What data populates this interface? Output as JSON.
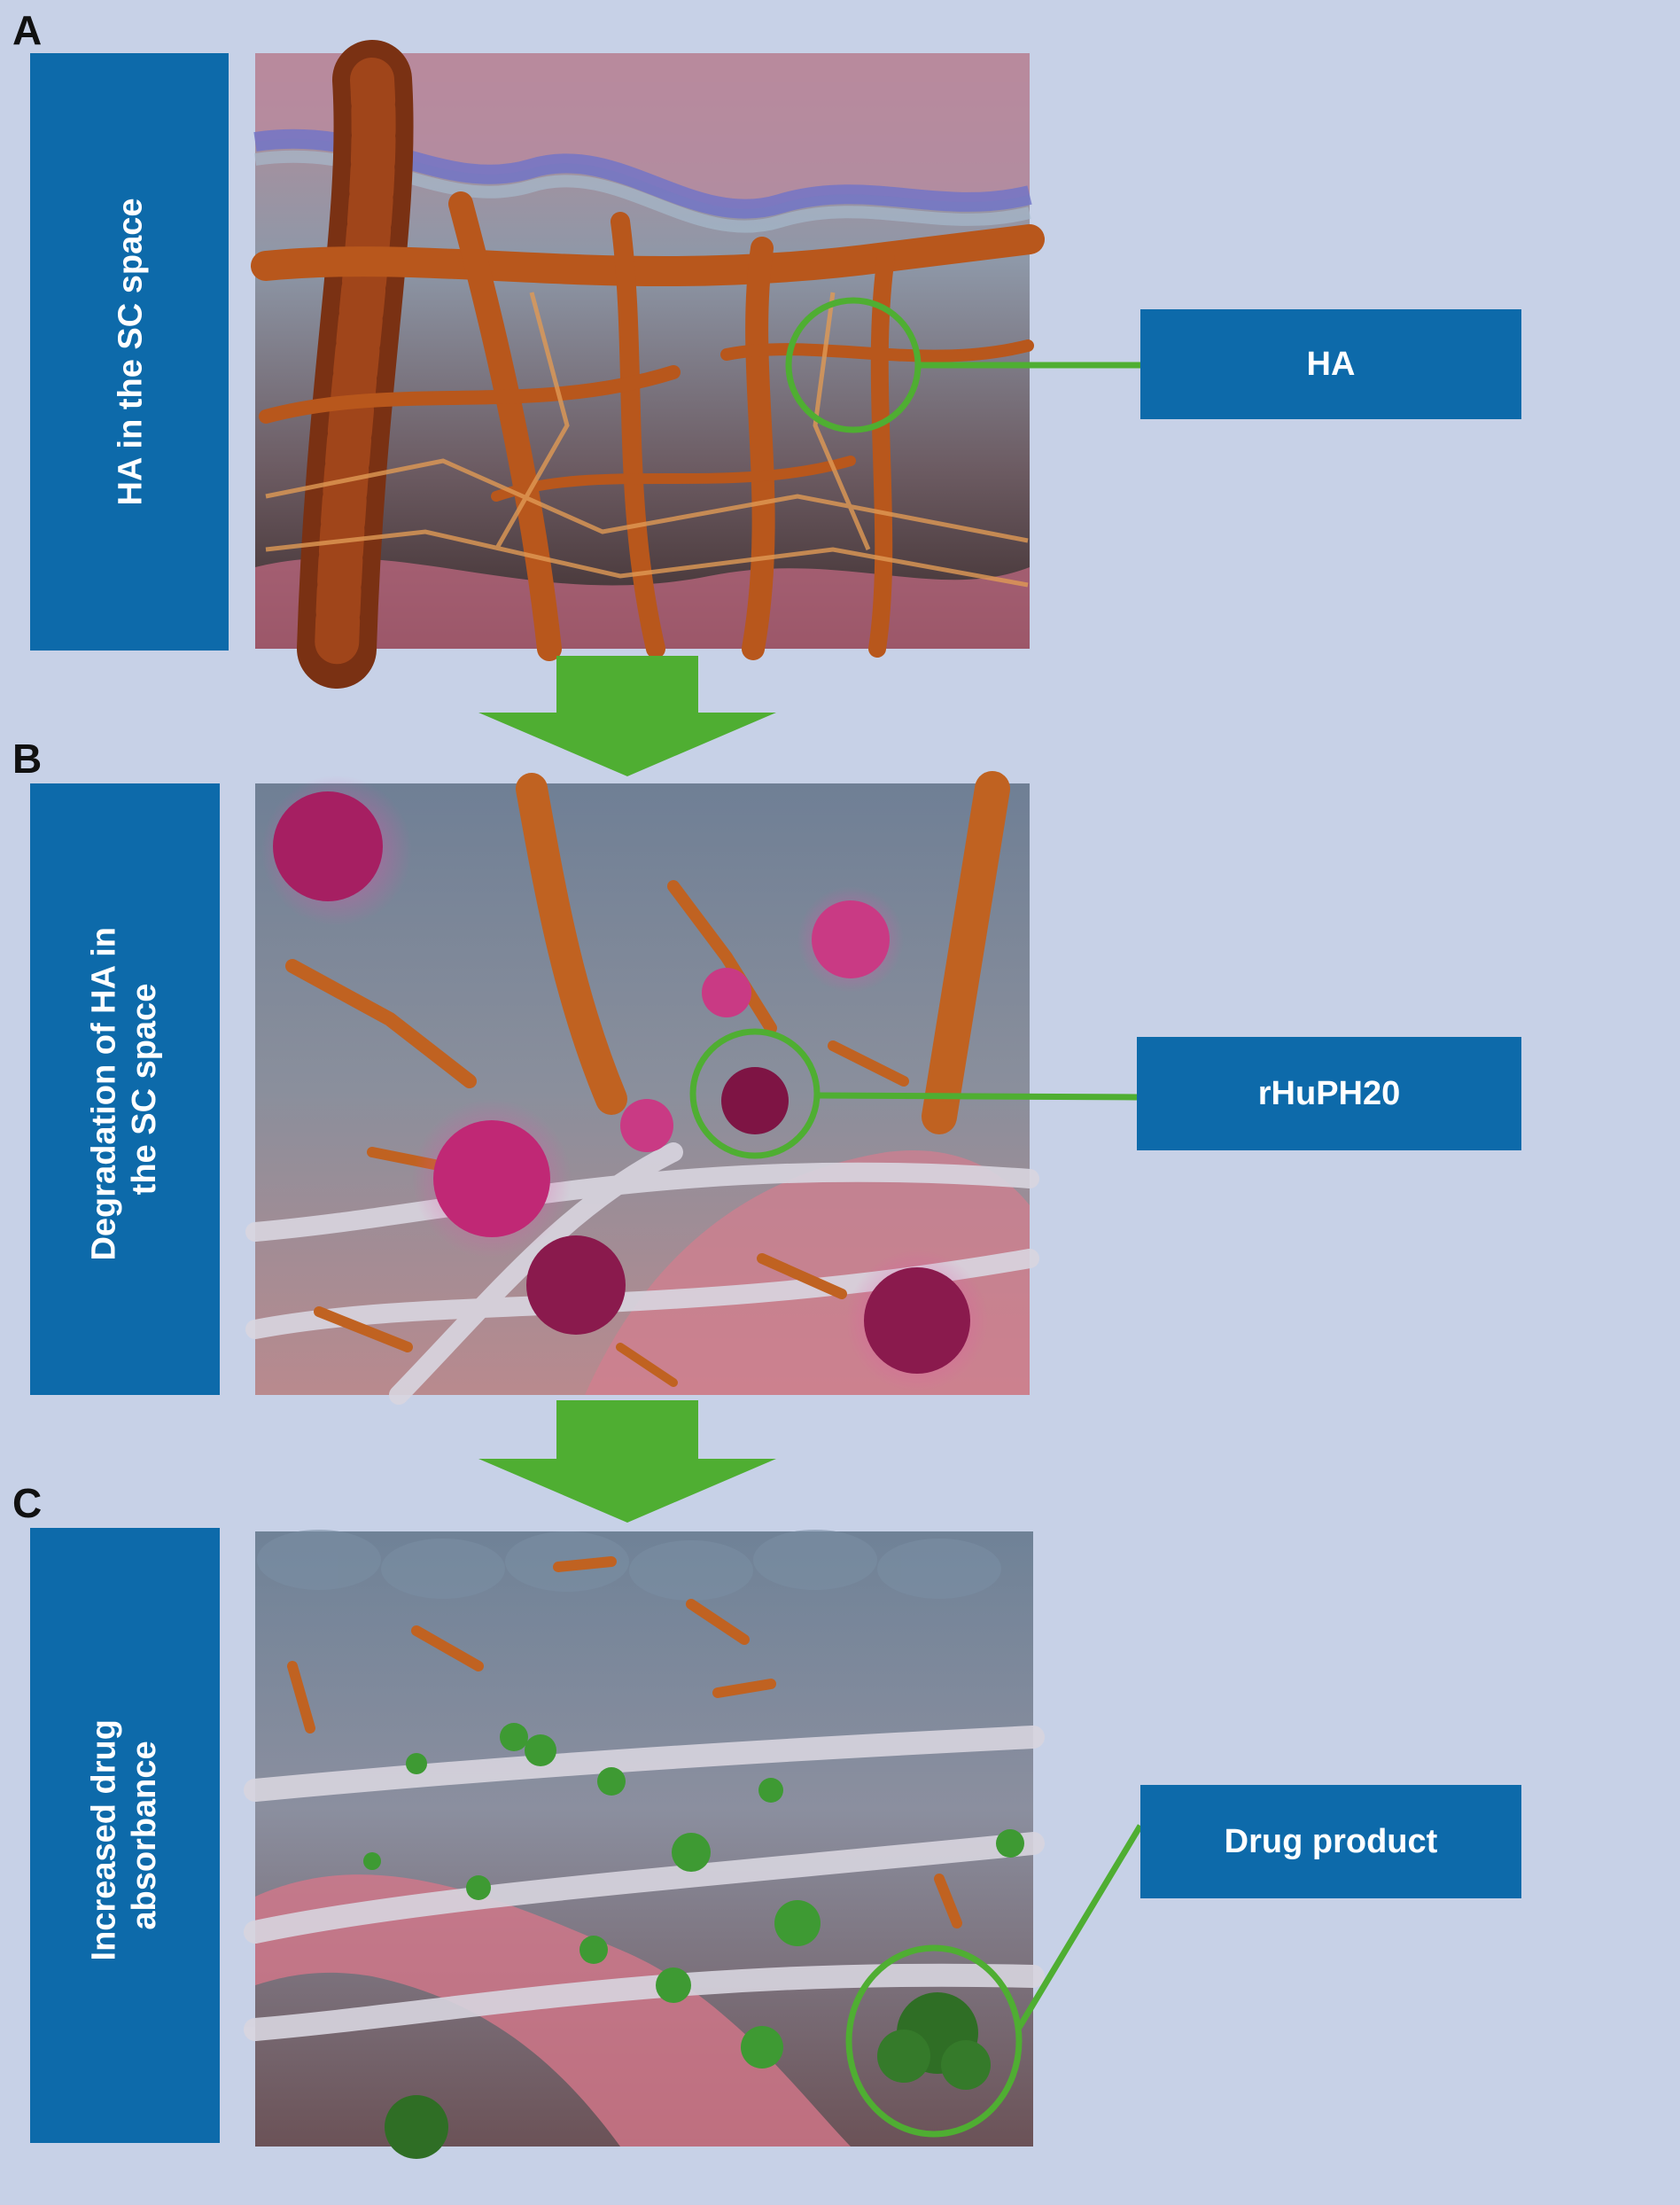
{
  "colors": {
    "background": "#c7d1e7",
    "label_box": "#0d6aaa",
    "label_text": "#ffffff",
    "arrow": "#4fae32",
    "callout_line": "#4fae32",
    "hyaluronan": "#b8571c",
    "enzyme": "#b0286a",
    "drug": "#2e8a2a"
  },
  "panels": [
    {
      "letter": "A",
      "side_label": [
        "HA in the SC space"
      ],
      "callout": "HA"
    },
    {
      "letter": "B",
      "side_label": [
        "Degradation of HA in",
        "the SC space"
      ],
      "callout": "rHuPH20"
    },
    {
      "letter": "C",
      "side_label": [
        "Increased drug",
        "absorbance"
      ],
      "callout": "Drug product"
    }
  ]
}
